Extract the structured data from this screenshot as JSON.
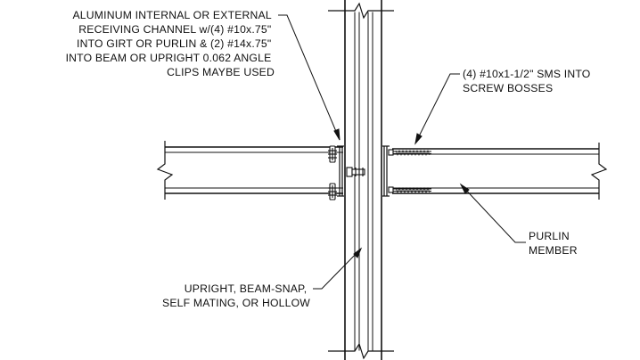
{
  "labels": {
    "channel": [
      "ALUMINUM INTERNAL OR EXTERNAL",
      "RECEIVING CHANNEL w/(4) #10x.75\"",
      "INTO GIRT OR PURLIN & (2) #14x.75\"",
      "INTO BEAM OR UPRIGHT 0.062 ANGLE",
      "CLIPS MAYBE USED"
    ],
    "screws": [
      "(4) #10x1-1/2\" SMS INTO",
      "SCREW BOSSES"
    ],
    "purlin": [
      "PURLIN",
      "MEMBER"
    ],
    "upright": [
      "UPRIGHT, BEAM-SNAP,",
      "SELF MATING, OR HOLLOW"
    ]
  },
  "colors": {
    "line": "#111111",
    "background": "#ffffff"
  }
}
